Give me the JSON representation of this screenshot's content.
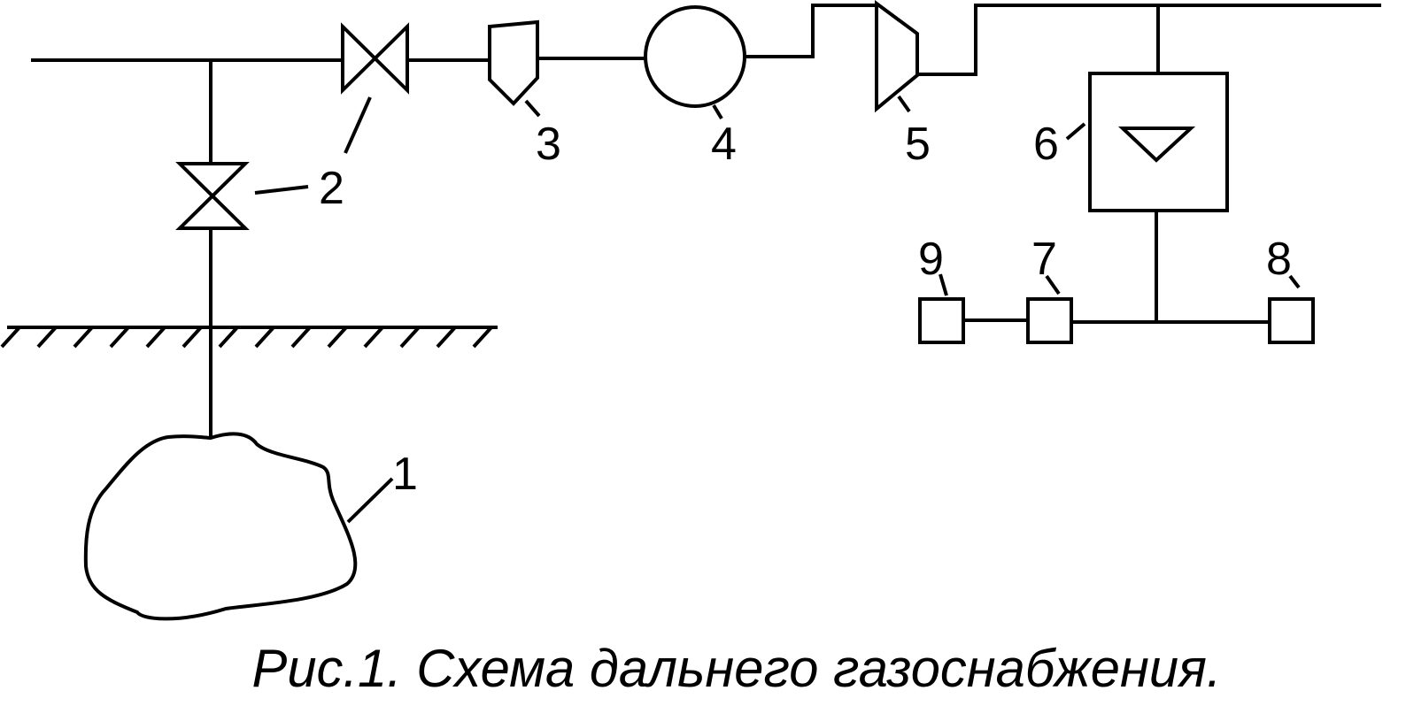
{
  "diagram": {
    "labels": {
      "n1": "1",
      "n2": "2",
      "n3": "3",
      "n4": "4",
      "n5": "5",
      "n6": "6",
      "n7": "7",
      "n8": "8",
      "n9": "9"
    },
    "caption": "Рис.1. Схема дальнего газоснабжения."
  },
  "colors": {
    "ink": "#000000",
    "background": "#ffffff"
  }
}
